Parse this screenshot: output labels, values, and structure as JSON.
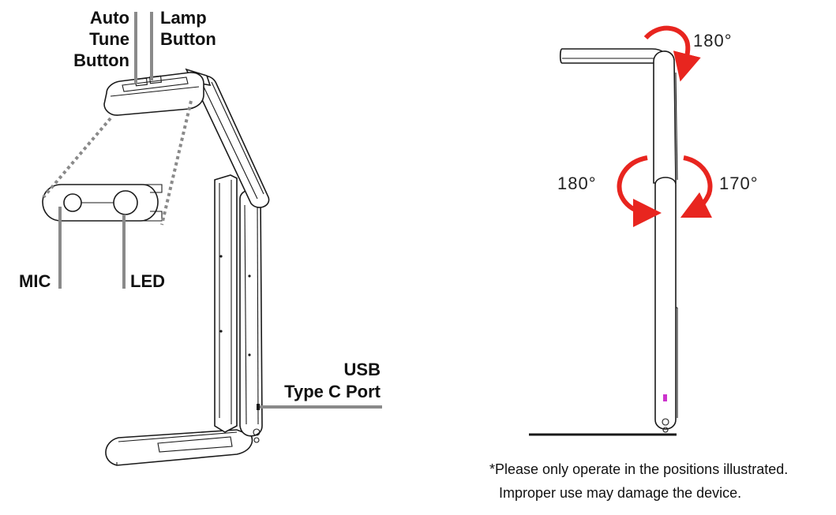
{
  "labels": {
    "auto_tune_button": [
      "Auto",
      "Tune",
      "Button"
    ],
    "lamp_button": [
      "Lamp",
      "Button"
    ],
    "mic": "MIC",
    "led": "LED",
    "usb_port": [
      "USB",
      "Type C Port"
    ]
  },
  "angles": {
    "head_rotation": "180°",
    "arm_rotation_left": "180°",
    "arm_rotation_right": "170°"
  },
  "note": [
    "*Please only operate in the positions illustrated.",
    "Improper use may damage the device."
  ],
  "colors": {
    "arrow": "#e8251f",
    "leader": "#8a8a8a",
    "outline": "#1a1a1a",
    "usb_indicator": "#cc33cc"
  }
}
